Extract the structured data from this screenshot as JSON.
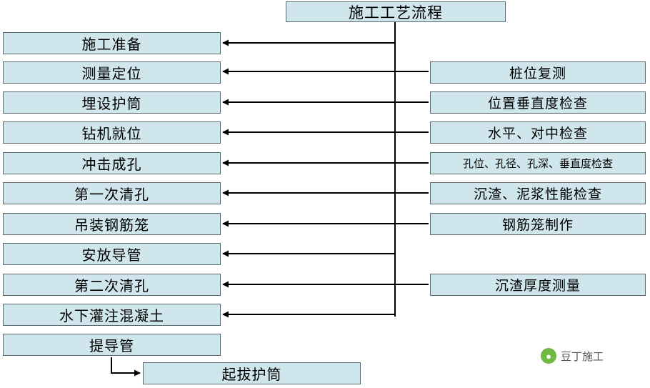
{
  "diagram": {
    "title_box": {
      "label": "施工工艺流程"
    },
    "left_column": [
      {
        "label": "施工准备"
      },
      {
        "label": "测量定位"
      },
      {
        "label": "埋设护筒"
      },
      {
        "label": "钻机就位"
      },
      {
        "label": "冲击成孔"
      },
      {
        "label": "第一次清孔"
      },
      {
        "label": "吊装钢筋笼"
      },
      {
        "label": "安放导管"
      },
      {
        "label": "第二次清孔"
      },
      {
        "label": "水下灌注混凝土"
      },
      {
        "label": "提导管"
      }
    ],
    "bottom_box": {
      "label": "起拔护筒"
    },
    "right_column": [
      {
        "label": "桩位复测"
      },
      {
        "label": "位置垂直度检查"
      },
      {
        "label": "水平、对中检查"
      },
      {
        "label": "孔位、孔径、孔深、垂直度检查"
      },
      {
        "label": "沉渣、泥浆性能检查"
      },
      {
        "label": "钢筋笼制作"
      },
      {
        "label": "沉渣厚度测量"
      }
    ],
    "watermark": {
      "label": "豆丁施工",
      "icon": "wechat-icon"
    },
    "colors": {
      "box_fill": "#cfe7ec",
      "box_border": "#5a6a70",
      "line": "#000000"
    }
  }
}
